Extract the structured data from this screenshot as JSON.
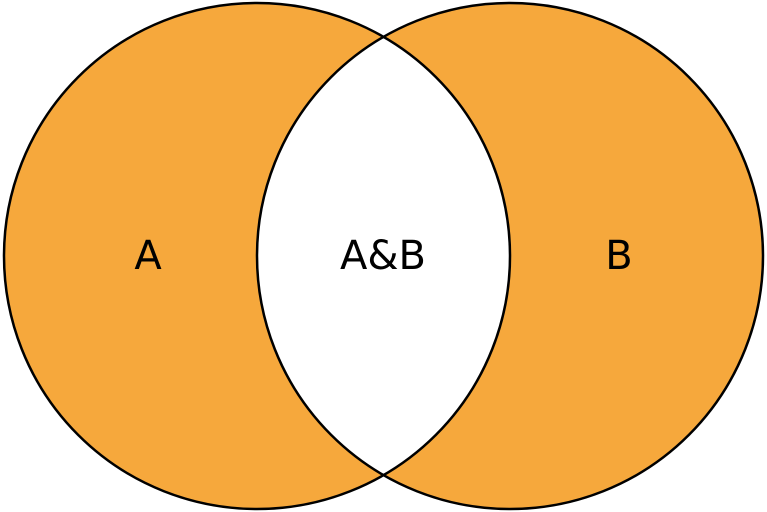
{
  "diagram": {
    "type": "venn-2set",
    "sets": [
      {
        "id": "A",
        "label": "A"
      },
      {
        "id": "B",
        "label": "B"
      }
    ],
    "regions": {
      "left_label": "A",
      "intersection_label": "A&B",
      "right_label": "B"
    },
    "colors": {
      "set_fill": "#F6A83C",
      "intersection_fill": "#FFFFFF",
      "outline": "#000000",
      "label": "#000000",
      "background": "#FFFFFF"
    }
  }
}
